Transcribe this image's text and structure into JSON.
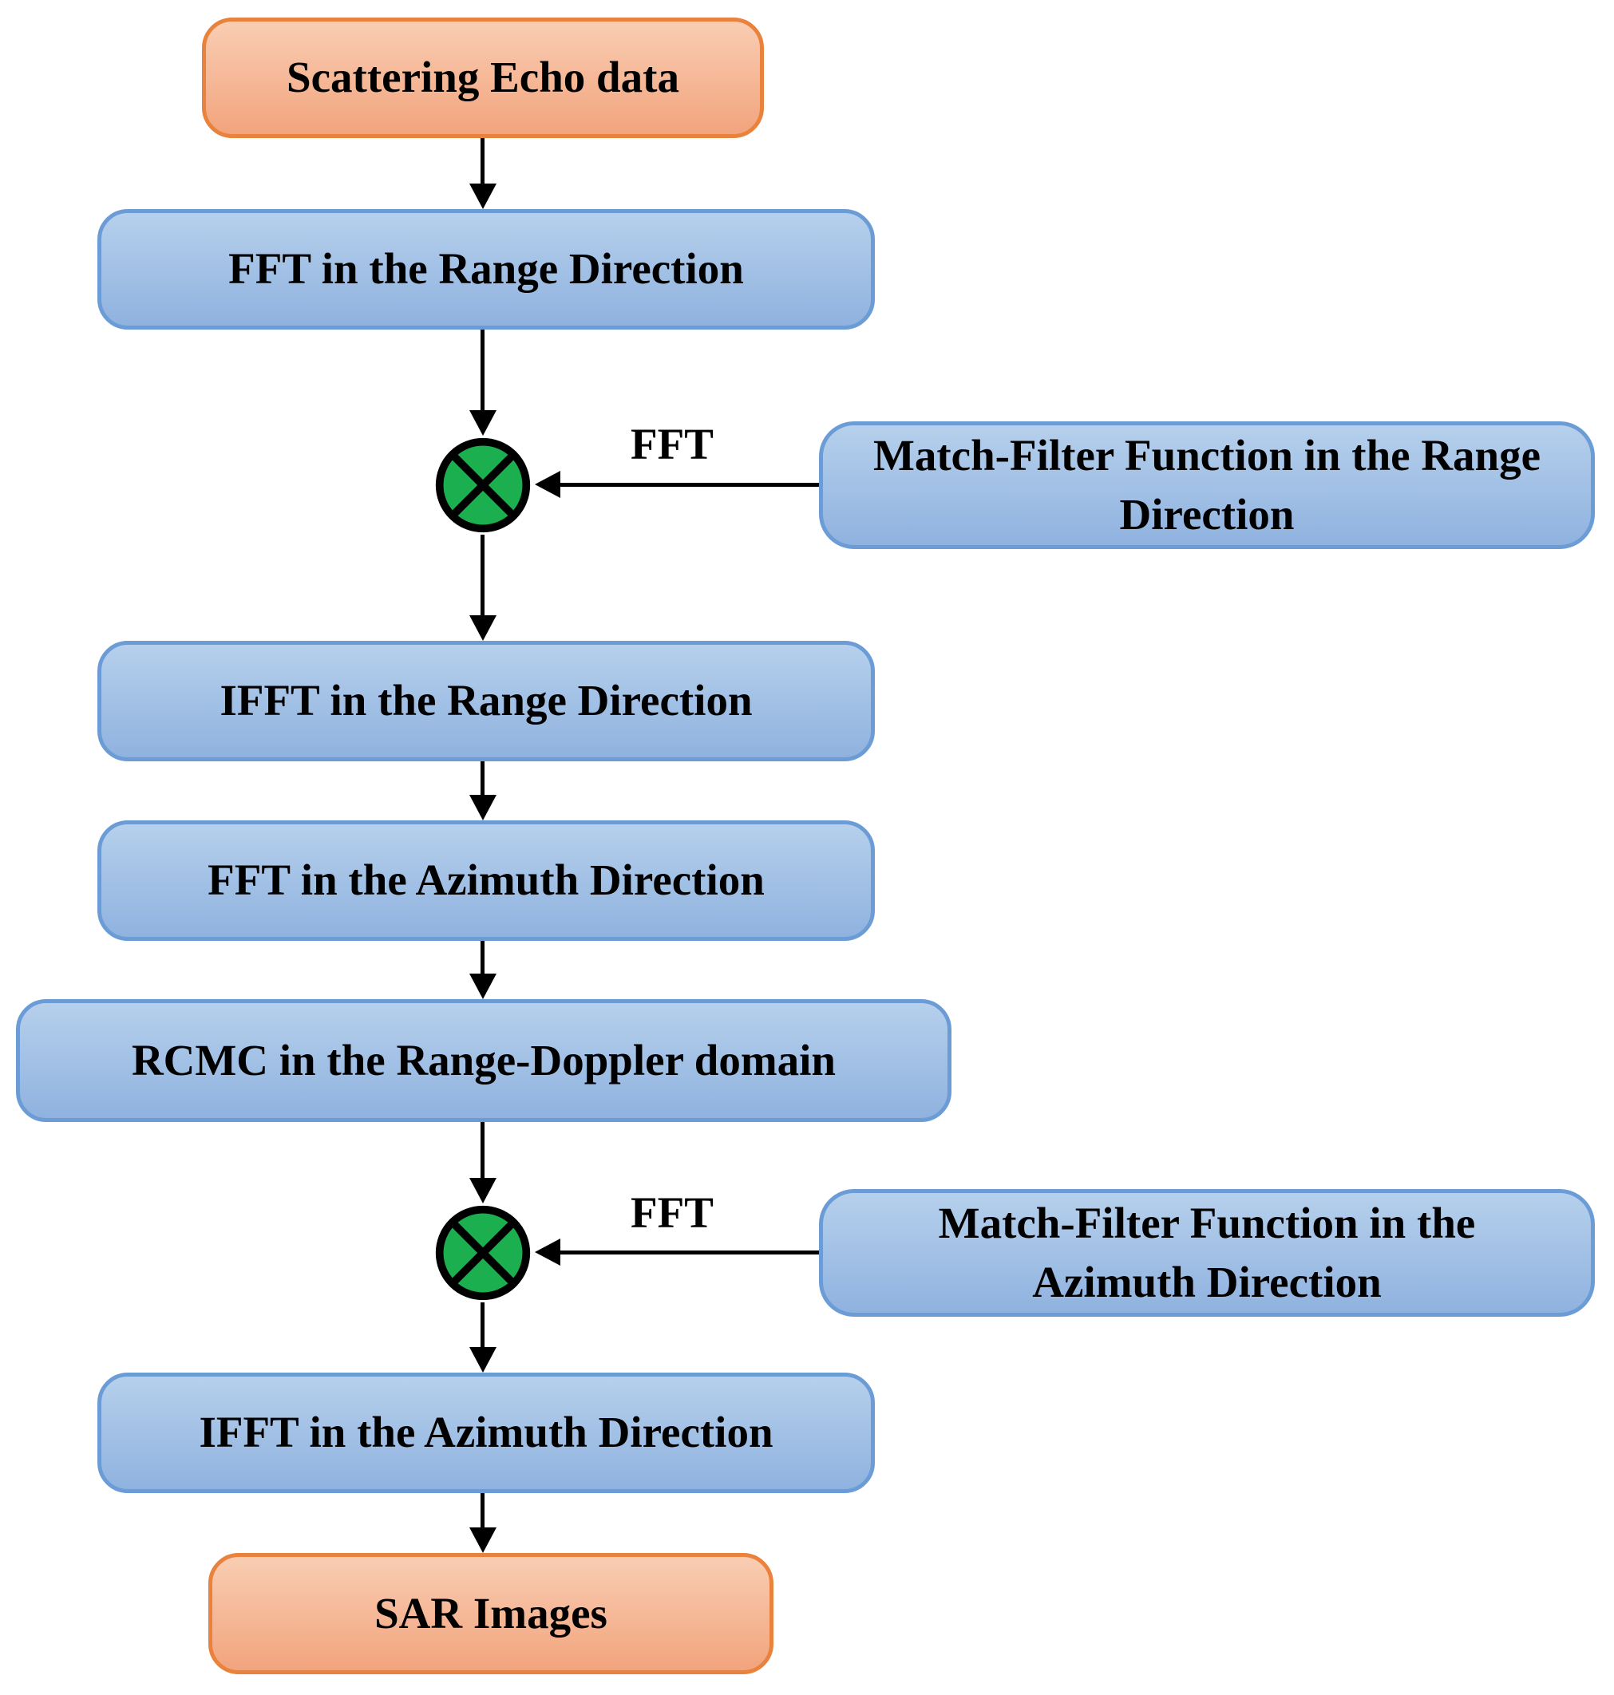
{
  "nodes": {
    "scattering_echo": {
      "label": "Scattering Echo data",
      "type": "terminal"
    },
    "fft_range": {
      "label": "FFT in the Range Direction",
      "type": "process"
    },
    "match_filter_range": {
      "label": "Match-Filter Function in the Range Direction",
      "type": "process"
    },
    "ifft_range": {
      "label": "IFFT in the Range Direction",
      "type": "process"
    },
    "fft_azimuth": {
      "label": "FFT in the Azimuth Direction",
      "type": "process"
    },
    "rcmc": {
      "label": "RCMC in the Range-Doppler domain",
      "type": "process"
    },
    "match_filter_azimuth": {
      "label": "Match-Filter Function in the Azimuth Direction",
      "type": "process"
    },
    "ifft_azimuth": {
      "label": "IFFT in the Azimuth Direction",
      "type": "process"
    },
    "sar_images": {
      "label": "SAR Images",
      "type": "terminal"
    }
  },
  "edges": {
    "range_fft": {
      "label": "FFT"
    },
    "azimuth_fft": {
      "label": "FFT"
    }
  },
  "symbols": {
    "multiplier": "circled-times"
  },
  "colors": {
    "process_fill_top": "#B6D0EC",
    "process_fill_bottom": "#8FB2DF",
    "process_border": "#6B9CD6",
    "terminal_fill_top": "#F9CDB3",
    "terminal_fill_bottom": "#F2A47D",
    "terminal_border": "#E8823C",
    "multiplier_fill": "#1CAF50",
    "multiplier_stroke": "#000000",
    "connector": "#000000",
    "text": "#000000"
  }
}
